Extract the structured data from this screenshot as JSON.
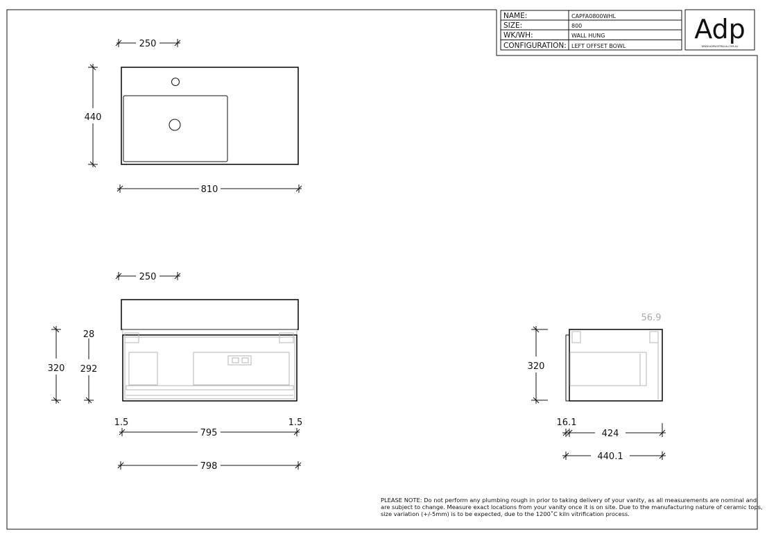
{
  "title_block": {
    "rows": [
      {
        "label": "NAME:",
        "value": "CAPFA0800WHL"
      },
      {
        "label": "SIZE:",
        "value": "800"
      },
      {
        "label": "WK/WH:",
        "value": "WALL HUNG"
      },
      {
        "label": "CONFIGURATION:",
        "value": "LEFT OFFSET BOWL"
      }
    ],
    "logo_text": "Adp",
    "logo_url_text": "WWW.ADPAUSTRALIA.COM.AU"
  },
  "plan_view": {
    "tap_offset": "250",
    "depth": "440",
    "width": "810"
  },
  "front_view": {
    "tap_offset": "250",
    "height": "320",
    "top_thickness": "28",
    "cabinet_height": "292",
    "left_gap": "1.5",
    "right_gap": "1.5",
    "cabinet_width": "795",
    "overall_width": "798"
  },
  "side_view": {
    "ghost_dim": "56.9",
    "height": "320",
    "door_thickness": "16.1",
    "body_depth": "424",
    "overall_depth": "440.1"
  },
  "note": {
    "lines": [
      "PLEASE NOTE: Do not perform any plumbing rough in prior to taking delivery of your vanity, as all measurements are nominal and",
      "are subject to change. Measure exact locations from your vanity once it is on site. Due to the manufacturing nature of ceramic tops,",
      "size variation (+/-5mm) is to be expected, due to the 1200˚C kiln vitrification process."
    ]
  }
}
